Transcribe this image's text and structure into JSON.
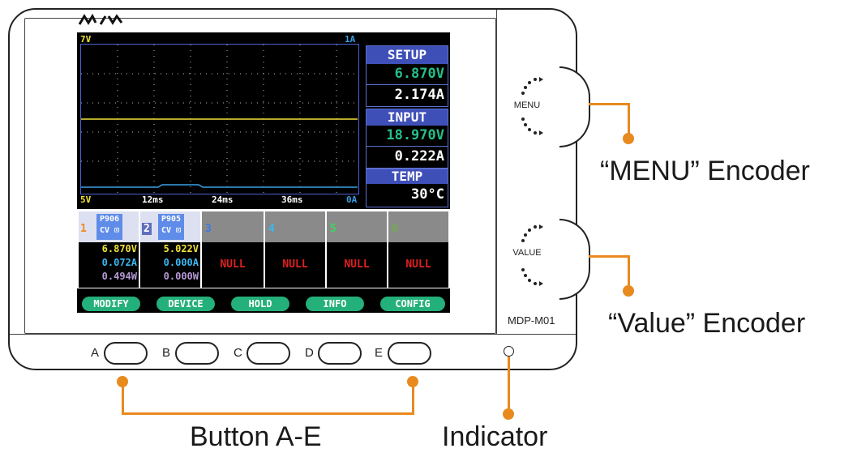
{
  "brand_logo_text": "M/W",
  "model_label": "MDP-M01",
  "scope": {
    "top_left_v": "7V",
    "top_right_a": "1A",
    "bottom_left_v": "5V",
    "bottom_right_a": "0A",
    "time_ticks": [
      "12ms",
      "24ms",
      "36ms"
    ]
  },
  "setup": {
    "header": "SETUP",
    "voltage": "6.870V",
    "current": "2.174A"
  },
  "input": {
    "header": "INPUT",
    "voltage": "18.970V",
    "current": "0.222A"
  },
  "temp": {
    "header": "TEMP",
    "value": "30°C"
  },
  "channels": [
    {
      "num": "1",
      "model": "P906",
      "mode": "CV",
      "voltage": "6.870V",
      "current": "0.072A",
      "power": "0.494W"
    },
    {
      "num": "2",
      "model": "P905",
      "mode": "CV",
      "voltage": "5.022V",
      "current": "0.000A",
      "power": "0.000W"
    },
    {
      "num": "3",
      "null_label": "NULL"
    },
    {
      "num": "4",
      "null_label": "NULL"
    },
    {
      "num": "5",
      "null_label": "NULL"
    },
    {
      "num": "6",
      "null_label": "NULL"
    }
  ],
  "softkeys": [
    "MODIFY",
    "DEVICE",
    "HOLD",
    "INFO",
    "CONFIG"
  ],
  "encoders": {
    "menu_label": "MENU",
    "value_label": "VALUE"
  },
  "buttons": [
    "A",
    "B",
    "C",
    "D",
    "E"
  ],
  "callouts": {
    "menu_encoder": "“MENU” Encoder",
    "value_encoder": "“Value” Encoder",
    "buttons": "Button A-E",
    "indicator": "Indicator"
  },
  "colors": {
    "callout_orange": "#e88a1e",
    "voltage_yellow": "#f2e23a",
    "current_cyan": "#3ab8f2",
    "power_violet": "#b79ad8",
    "softkey_green": "#24b07a",
    "null_red": "#e02020"
  }
}
